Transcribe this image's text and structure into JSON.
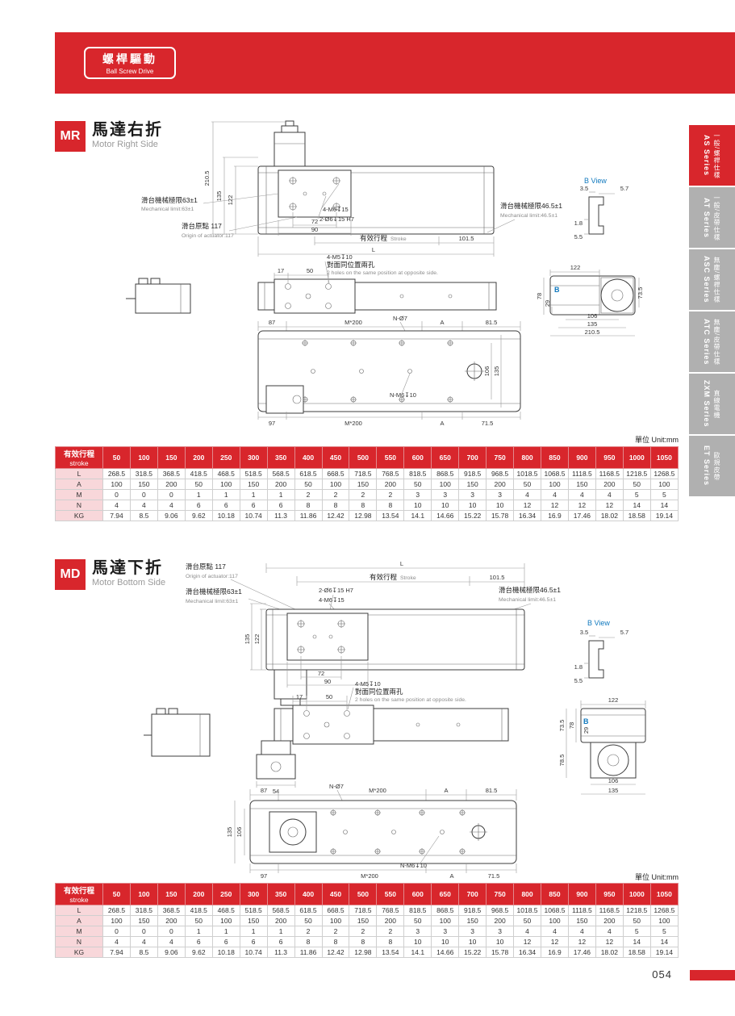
{
  "colors": {
    "accent": "#d8262c",
    "pink": "#f8d7da",
    "tab_gray": "#b0b0b0",
    "blue": "#1179be"
  },
  "page": {
    "number": "054",
    "unit_label": "單位  Unit:mm"
  },
  "banner": {
    "badge_zh": "螺桿驅動",
    "badge_en": "Ball Screw Drive"
  },
  "sidebar": {
    "items": [
      {
        "zh": "一般/螺桿仕樣",
        "en": "AS Series",
        "active": true
      },
      {
        "zh": "一般/皮帶仕樣",
        "en": "AT Series",
        "active": false
      },
      {
        "zh": "無塵/螺桿仕樣",
        "en": "ASC Series",
        "active": false
      },
      {
        "zh": "無塵/皮帶仕樣",
        "en": "ATC Series",
        "active": false
      },
      {
        "zh": "直線電機",
        "en": "ZXM Series",
        "active": false
      },
      {
        "zh": "歐規皮帶",
        "en": "ET Series",
        "active": false
      }
    ]
  },
  "sections": {
    "mr": {
      "code": "MR",
      "title_zh": "馬達右折",
      "title_en": "Motor Right Side",
      "labels": {
        "dim_210_5": "210.5",
        "dim_135": "135",
        "dim_122": "122",
        "mech63_zh": "滑台機械極限63±1",
        "mech63_en": "Mechanical limit:63±1",
        "origin_zh": "滑台原點 117",
        "origin_en": "Origin of actuator:117",
        "holes_m6": "4-M6↧15",
        "holes_o6": "2-Ø6↧15 H7",
        "dim_72": "72",
        "dim_90": "90",
        "stroke_zh": "有效行程",
        "stroke_en": "Stroke",
        "dim_101_5": "101.5",
        "dim_L": "L",
        "mech46_zh": "滑台機械極限46.5±1",
        "mech46_en": "Mechanical limit:46.5±1",
        "b_view": "B View",
        "b_3_5": "3.5",
        "b_5_7": "5.7",
        "b_1_8": "1.8",
        "b_5_5": "5.5",
        "dim_17": "17",
        "dim_50": "50",
        "holes_m5": "4-M5↧10",
        "opp_zh": "對面同位置兩孔",
        "opp_en": "2 holes on the same position at opposite side.",
        "ev_122": "122",
        "ev_78": "78",
        "ev_29": "29",
        "ev_73_5": "73.5",
        "ev_106": "106",
        "ev_135": "135",
        "ev_210_5": "210.5",
        "b_mark": "B",
        "bv_87": "87",
        "bv_m200a": "M*200",
        "bv_n7": "N-Ø7",
        "bv_A1": "A",
        "bv_81_5": "81.5",
        "bv_106": "106",
        "bv_135": "135",
        "bv_nm6": "N-M6↧10",
        "bv_97": "97",
        "bv_m200b": "M*200",
        "bv_A2": "A",
        "bv_71_5": "71.5"
      },
      "table": {
        "header_zh": "有效行程",
        "header_en": "stroke",
        "strokes": [
          "50",
          "100",
          "150",
          "200",
          "250",
          "300",
          "350",
          "400",
          "450",
          "500",
          "550",
          "600",
          "650",
          "700",
          "750",
          "800",
          "850",
          "900",
          "950",
          "1000",
          "1050"
        ],
        "rows": [
          {
            "label": "L",
            "values": [
              "268.5",
              "318.5",
              "368.5",
              "418.5",
              "468.5",
              "518.5",
              "568.5",
              "618.5",
              "668.5",
              "718.5",
              "768.5",
              "818.5",
              "868.5",
              "918.5",
              "968.5",
              "1018.5",
              "1068.5",
              "1118.5",
              "1168.5",
              "1218.5",
              "1268.5"
            ]
          },
          {
            "label": "A",
            "values": [
              "100",
              "150",
              "200",
              "50",
              "100",
              "150",
              "200",
              "50",
              "100",
              "150",
              "200",
              "50",
              "100",
              "150",
              "200",
              "50",
              "100",
              "150",
              "200",
              "50",
              "100"
            ]
          },
          {
            "label": "M",
            "values": [
              "0",
              "0",
              "0",
              "1",
              "1",
              "1",
              "1",
              "2",
              "2",
              "2",
              "2",
              "3",
              "3",
              "3",
              "3",
              "4",
              "4",
              "4",
              "4",
              "5",
              "5"
            ]
          },
          {
            "label": "N",
            "values": [
              "4",
              "4",
              "4",
              "6",
              "6",
              "6",
              "6",
              "8",
              "8",
              "8",
              "8",
              "10",
              "10",
              "10",
              "10",
              "12",
              "12",
              "12",
              "12",
              "14",
              "14"
            ]
          },
          {
            "label": "KG",
            "values": [
              "7.94",
              "8.5",
              "9.06",
              "9.62",
              "10.18",
              "10.74",
              "11.3",
              "11.86",
              "12.42",
              "12.98",
              "13.54",
              "14.1",
              "14.66",
              "15.22",
              "15.78",
              "16.34",
              "16.9",
              "17.46",
              "18.02",
              "18.58",
              "19.14"
            ]
          }
        ]
      }
    },
    "md": {
      "code": "MD",
      "title_zh": "馬達下折",
      "title_en": "Motor Bottom Side",
      "labels": {
        "origin_zh": "滑台原點 117",
        "origin_en": "Origin of actuator:117",
        "dim_L": "L",
        "stroke_zh": "有效行程",
        "stroke_en": "Stroke",
        "dim_101_5": "101.5",
        "mech63_zh": "滑台機械極限63±1",
        "mech63_en": "Mechanical limit:63±1",
        "holes_o6": "2-Ø6↧15 H7",
        "holes_m6": "4-M6↧15",
        "mech46_zh": "滑台機械極限46.5±1",
        "mech46_en": "Mechanical limit:46.5±1",
        "dim_135": "135",
        "dim_122": "122",
        "dim_72": "72",
        "dim_90": "90",
        "b_view": "B View",
        "b_3_5": "3.5",
        "b_5_7": "5.7",
        "b_1_8": "1.8",
        "b_5_5": "5.5",
        "dim_17": "17",
        "dim_50": "50",
        "dim_54": "54",
        "holes_m5": "4-M5↧10",
        "opp_zh": "對面同位置兩孔",
        "opp_en": "2 holes on the same position at opposite side.",
        "ev_122": "122",
        "ev_73_5": "73.5",
        "ev_78": "78",
        "ev_29": "29",
        "ev_78_5": "78.5",
        "ev_106": "106",
        "ev_135": "135",
        "b_mark": "B",
        "bv_87": "87",
        "bv_n7": "N-Ø7",
        "bv_m200a": "M*200",
        "bv_A1": "A",
        "bv_81_5": "81.5",
        "bv_135": "135",
        "bv_106": "106",
        "bv_nm6": "N-M6↧10",
        "bv_97": "97",
        "bv_m200b": "M*200",
        "bv_A2": "A",
        "bv_71_5": "71.5"
      },
      "table": {
        "header_zh": "有效行程",
        "header_en": "stroke",
        "strokes": [
          "50",
          "100",
          "150",
          "200",
          "250",
          "300",
          "350",
          "400",
          "450",
          "500",
          "550",
          "600",
          "650",
          "700",
          "750",
          "800",
          "850",
          "900",
          "950",
          "1000",
          "1050"
        ],
        "rows": [
          {
            "label": "L",
            "values": [
              "268.5",
              "318.5",
              "368.5",
              "418.5",
              "468.5",
              "518.5",
              "568.5",
              "618.5",
              "668.5",
              "718.5",
              "768.5",
              "818.5",
              "868.5",
              "918.5",
              "968.5",
              "1018.5",
              "1068.5",
              "1118.5",
              "1168.5",
              "1218.5",
              "1268.5"
            ]
          },
          {
            "label": "A",
            "values": [
              "100",
              "150",
              "200",
              "50",
              "100",
              "150",
              "200",
              "50",
              "100",
              "150",
              "200",
              "50",
              "100",
              "150",
              "200",
              "50",
              "100",
              "150",
              "200",
              "50",
              "100"
            ]
          },
          {
            "label": "M",
            "values": [
              "0",
              "0",
              "0",
              "1",
              "1",
              "1",
              "1",
              "2",
              "2",
              "2",
              "2",
              "3",
              "3",
              "3",
              "3",
              "4",
              "4",
              "4",
              "4",
              "5",
              "5"
            ]
          },
          {
            "label": "N",
            "values": [
              "4",
              "4",
              "4",
              "6",
              "6",
              "6",
              "6",
              "8",
              "8",
              "8",
              "8",
              "10",
              "10",
              "10",
              "10",
              "12",
              "12",
              "12",
              "12",
              "14",
              "14"
            ]
          },
          {
            "label": "KG",
            "values": [
              "7.94",
              "8.5",
              "9.06",
              "9.62",
              "10.18",
              "10.74",
              "11.3",
              "11.86",
              "12.42",
              "12.98",
              "13.54",
              "14.1",
              "14.66",
              "15.22",
              "15.78",
              "16.34",
              "16.9",
              "17.46",
              "18.02",
              "18.58",
              "19.14"
            ]
          }
        ]
      }
    }
  }
}
